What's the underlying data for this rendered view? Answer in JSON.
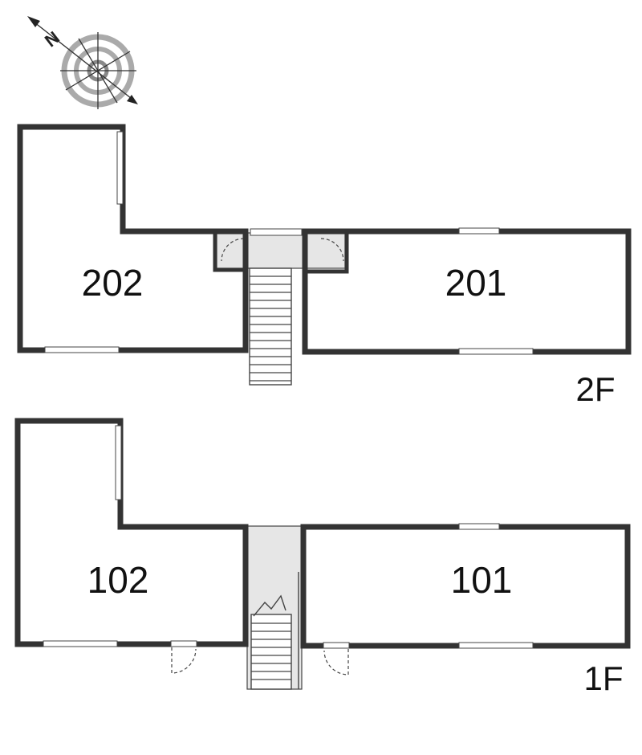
{
  "compass": {
    "label": "N",
    "icon": "north-arrow-compass-icon"
  },
  "floors": [
    {
      "label": "2F",
      "rooms": [
        {
          "number": "202"
        },
        {
          "number": "201"
        }
      ]
    },
    {
      "label": "1F",
      "rooms": [
        {
          "number": "102"
        },
        {
          "number": "101"
        }
      ]
    }
  ],
  "colors": {
    "wall": "#333333",
    "hall": "#e6e6e6",
    "compass_ring": "#aaaaaa"
  }
}
